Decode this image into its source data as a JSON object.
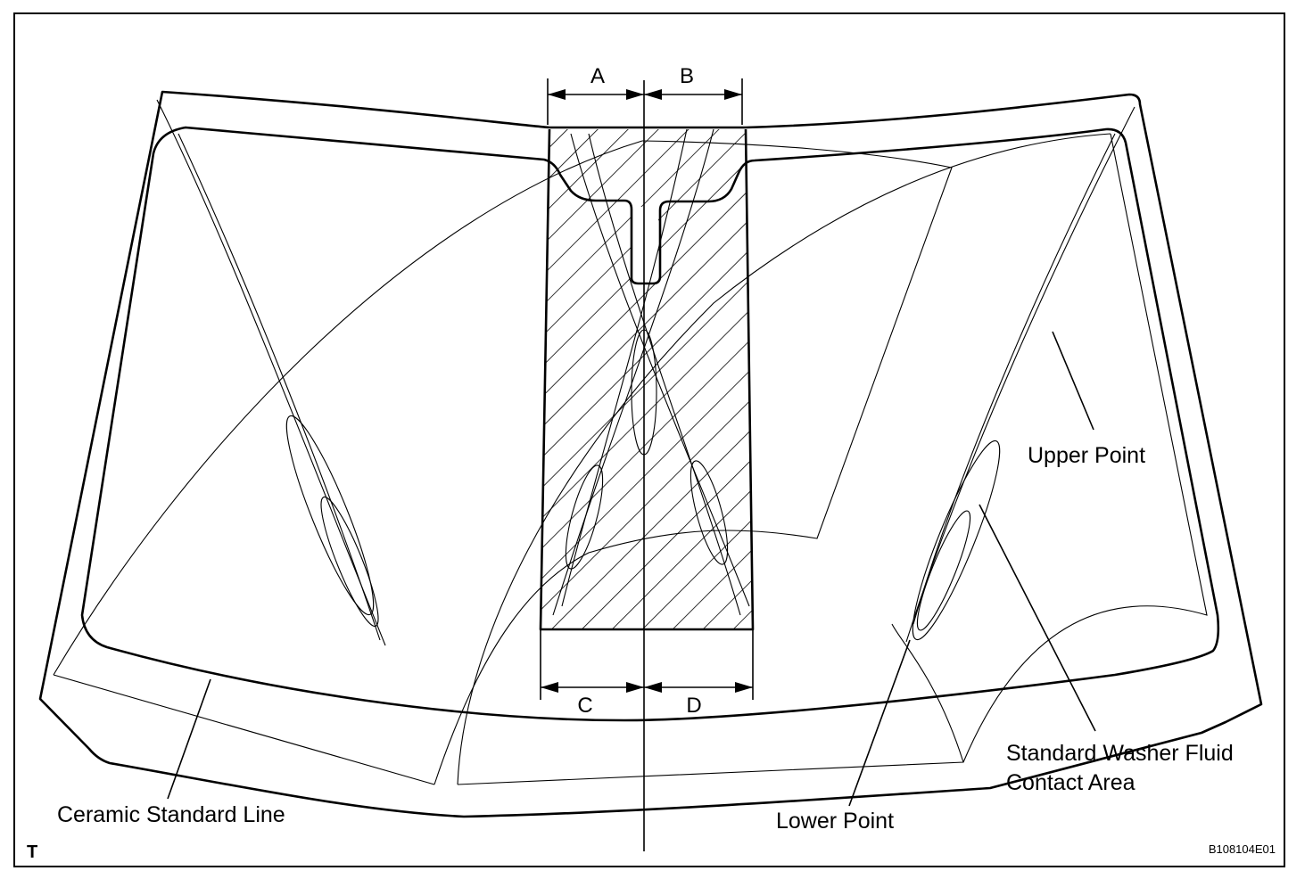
{
  "diagram": {
    "dimension_labels": {
      "a": "A",
      "b": "B",
      "c": "C",
      "d": "D"
    },
    "callouts": {
      "upper_point": "Upper Point",
      "washer_area_line1": "Standard Washer Fluid",
      "washer_area_line2": "Contact Area",
      "lower_point": "Lower Point",
      "ceramic_line": "Ceramic Standard Line"
    },
    "corner_mark": "T",
    "figure_code": "B108104E01"
  }
}
